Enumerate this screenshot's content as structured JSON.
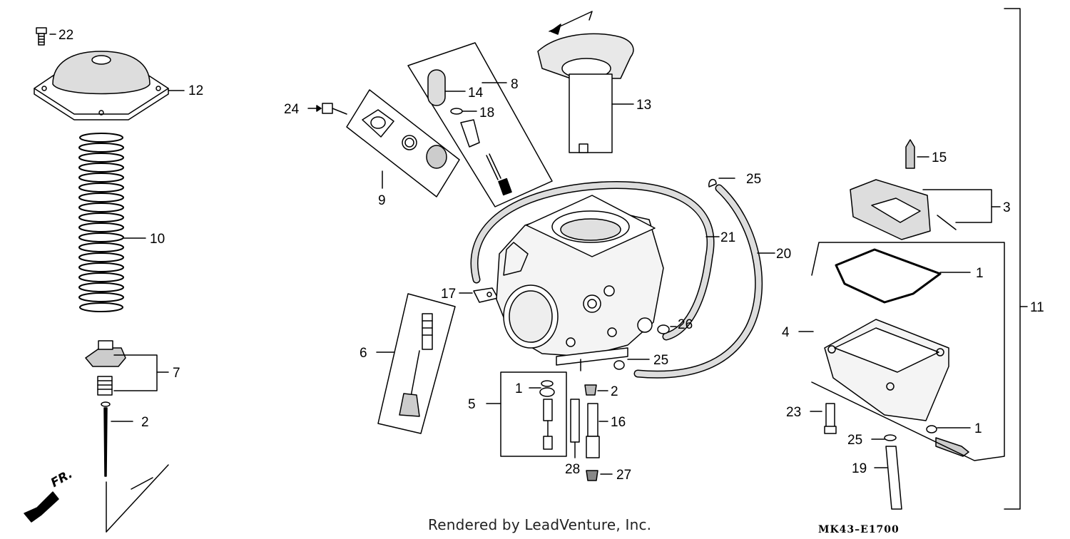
{
  "diagram": {
    "part_labels": {
      "p1a": "1",
      "p1b": "1",
      "p1c": "1",
      "p2a": "2",
      "p2b": "2",
      "p3": "3",
      "p4": "4",
      "p5": "5",
      "p6": "6",
      "p7": "7",
      "p8": "8",
      "p9": "9",
      "p10": "10",
      "p11": "11",
      "p12": "12",
      "p13": "13",
      "p14": "14",
      "p15": "15",
      "p16": "16",
      "p17": "17",
      "p18": "18",
      "p19": "19",
      "p20": "20",
      "p21": "21",
      "p22": "22",
      "p23": "23",
      "p24": "24",
      "p25a": "25",
      "p25b": "25",
      "p25c": "25",
      "p26": "26",
      "p27": "27",
      "p28": "28"
    },
    "direction_label": "FR.",
    "credit": "Rendered by LeadVenture, Inc.",
    "diagram_code": "MK43–E1700"
  }
}
